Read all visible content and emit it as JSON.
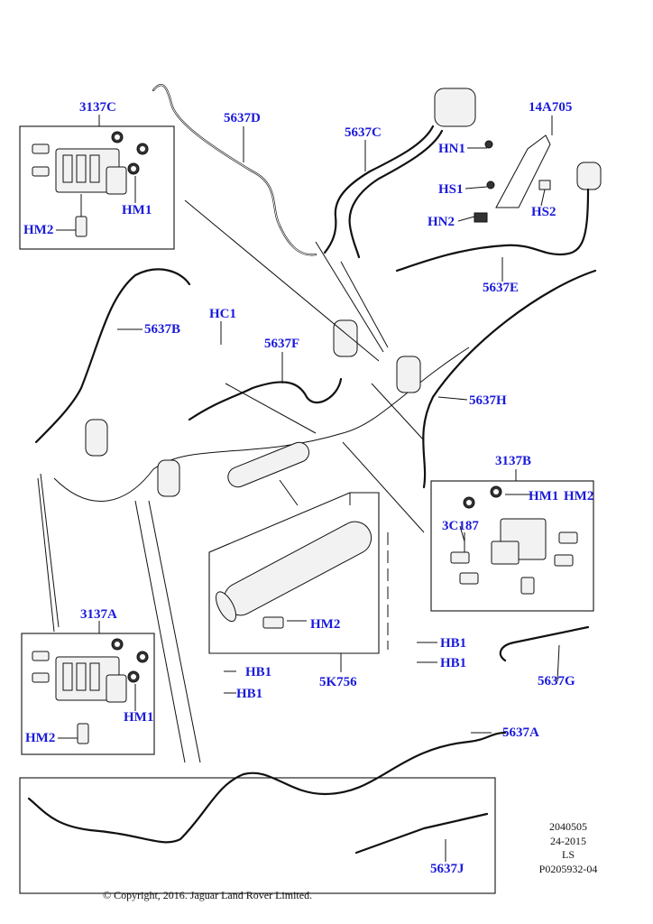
{
  "labels": {
    "p3137C": "3137C",
    "p5637D": "5637D",
    "p5637C": "5637C",
    "p14A705": "14A705",
    "hn1": "HN1",
    "hs1": "HS1",
    "hs2": "HS2",
    "hn2": "HN2",
    "hm1_c": "HM1",
    "hm2_c": "HM2",
    "p5637E": "5637E",
    "p5637B": "5637B",
    "hc1": "HC1",
    "p5637F": "5637F",
    "p5637H": "5637H",
    "p3137B": "3137B",
    "hm1_b": "HM1",
    "hm2_b": "HM2",
    "p3C187": "3C187",
    "p3137A": "3137A",
    "hm2_k": "HM2",
    "hb1_a": "HB1",
    "hb1_b": "HB1",
    "hb1_c": "HB1",
    "hb1_d": "HB1",
    "p5K756": "5K756",
    "p5637G": "5637G",
    "hm1_a": "HM1",
    "hm2_a": "HM2",
    "p5637A": "5637A",
    "p5637J": "5637J"
  },
  "reference": {
    "line1": "2040505",
    "line2": "24-2015",
    "line3": "LS",
    "line4": "P0205932-04"
  },
  "copyright": "© Copyright, 2016. Jaguar Land Rover Limited.",
  "colors": {
    "callout": "#1a1adb",
    "linework": "#111111",
    "background": "#ffffff"
  }
}
